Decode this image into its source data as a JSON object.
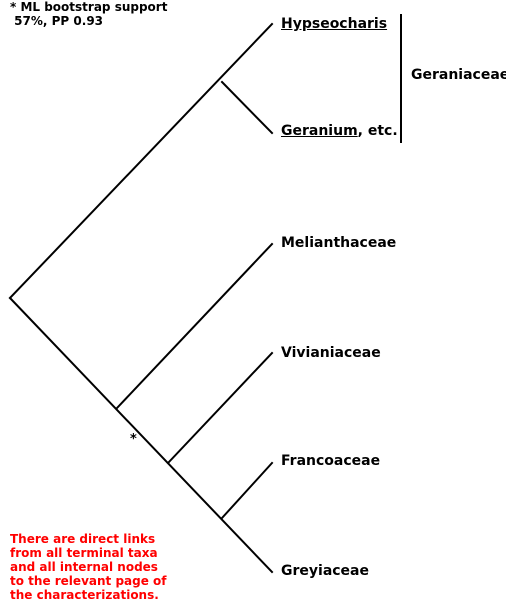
{
  "support_note": {
    "line1": "* ML bootstrap support",
    "line2": " 57%, PP 0.93"
  },
  "taxa": {
    "hypseocharis": {
      "name": "Hypseocharis",
      "suffix": ""
    },
    "geranium": {
      "name": "Geranium",
      "suffix": ", etc."
    },
    "melianthaceae": {
      "name": "Melianthaceae",
      "suffix": ""
    },
    "vivianiaceae": {
      "name": "Vivianiaceae",
      "suffix": ""
    },
    "francoaceae": {
      "name": "Francoaceae",
      "suffix": ""
    },
    "greyiaceae": {
      "name": "Greyiaceae",
      "suffix": ""
    }
  },
  "clade_label": "Geraniaceae",
  "node_marker": "*",
  "links_note": [
    "There are direct links",
    "from all terminal taxa",
    "and all internal nodes",
    "to the relevant page of",
    "the characterizations."
  ],
  "colors": {
    "lines": "#000000",
    "text": "#000000",
    "links_note": "#ff0000"
  }
}
